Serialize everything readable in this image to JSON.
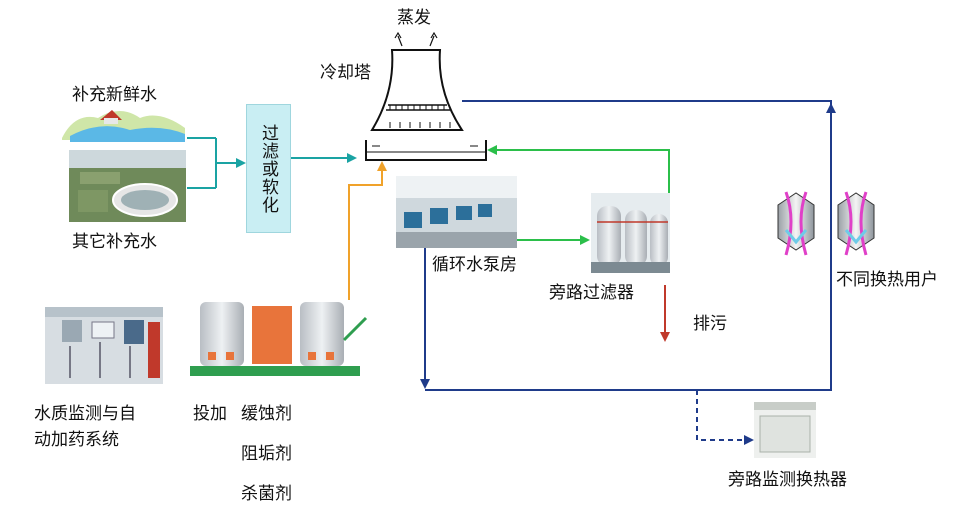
{
  "labels": {
    "evaporation": "蒸发",
    "cooling_tower": "冷却塔",
    "fresh_water": "补充新鲜水",
    "other_water": "其它补充水",
    "filter_softening": "过滤或软化",
    "pump_room": "循环水泵房",
    "bypass_filter": "旁路过滤器",
    "discharge": "排污",
    "heat_users": "不同换热用户",
    "monitoring_line1": "水质监测与自",
    "monitoring_line2": "动加药系统",
    "dosing_prefix": "投加",
    "chem1": "缓蚀剂",
    "chem2": "阻垢剂",
    "chem3": "杀菌剂",
    "bypass_monitor": "旁路监测换热器"
  },
  "colors": {
    "main_loop": "#1f3b8a",
    "teal_line": "#1aa3a3",
    "green_line": "#2bbf4a",
    "orange_line": "#f0a22a",
    "red_line": "#c0392b",
    "filter_box": "#c9eef3"
  }
}
